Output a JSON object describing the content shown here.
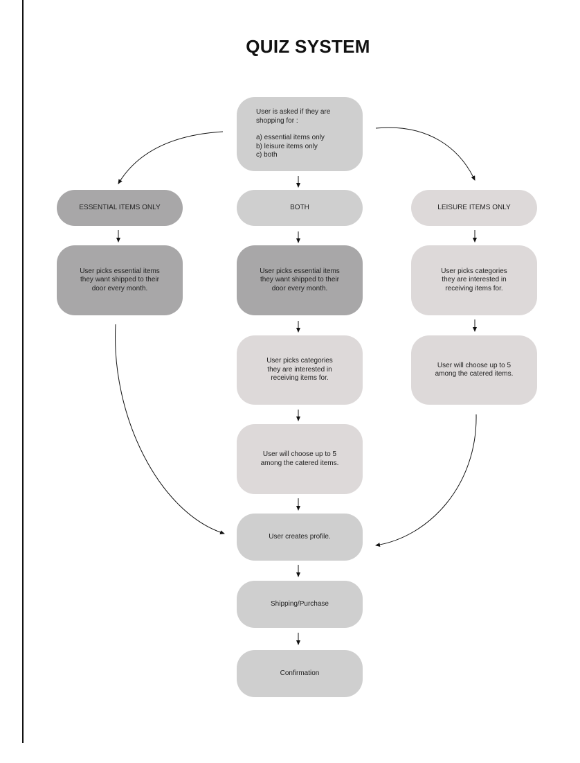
{
  "title": "QUIZ SYSTEM",
  "start": {
    "question": "User is asked if they are shopping for :",
    "options": [
      "a) essential items only",
      "b) leisure items only",
      "c) both"
    ]
  },
  "branches": {
    "essential": {
      "label": "ESSENTIAL ITEMS ONLY",
      "steps": [
        "User picks essential items they want shipped to their door every month."
      ]
    },
    "both": {
      "label": "BOTH",
      "steps": [
        "User picks essential items they want shipped to their door every month.",
        "User picks categories they are interested in receiving items for.",
        "User will choose up to 5 among the catered items."
      ]
    },
    "leisure": {
      "label": "LEISURE ITEMS ONLY",
      "steps": [
        "User picks categories they are interested in receiving items for.",
        "User will choose up to 5 among the catered items."
      ]
    }
  },
  "final_steps": [
    "User creates profile.",
    "Shipping/Purchase",
    "Confirmation"
  ],
  "colors": {
    "light": "#cfcfcf",
    "mid": "#a8a7a8",
    "pale": "#ddd9d9",
    "line": "#111111"
  }
}
